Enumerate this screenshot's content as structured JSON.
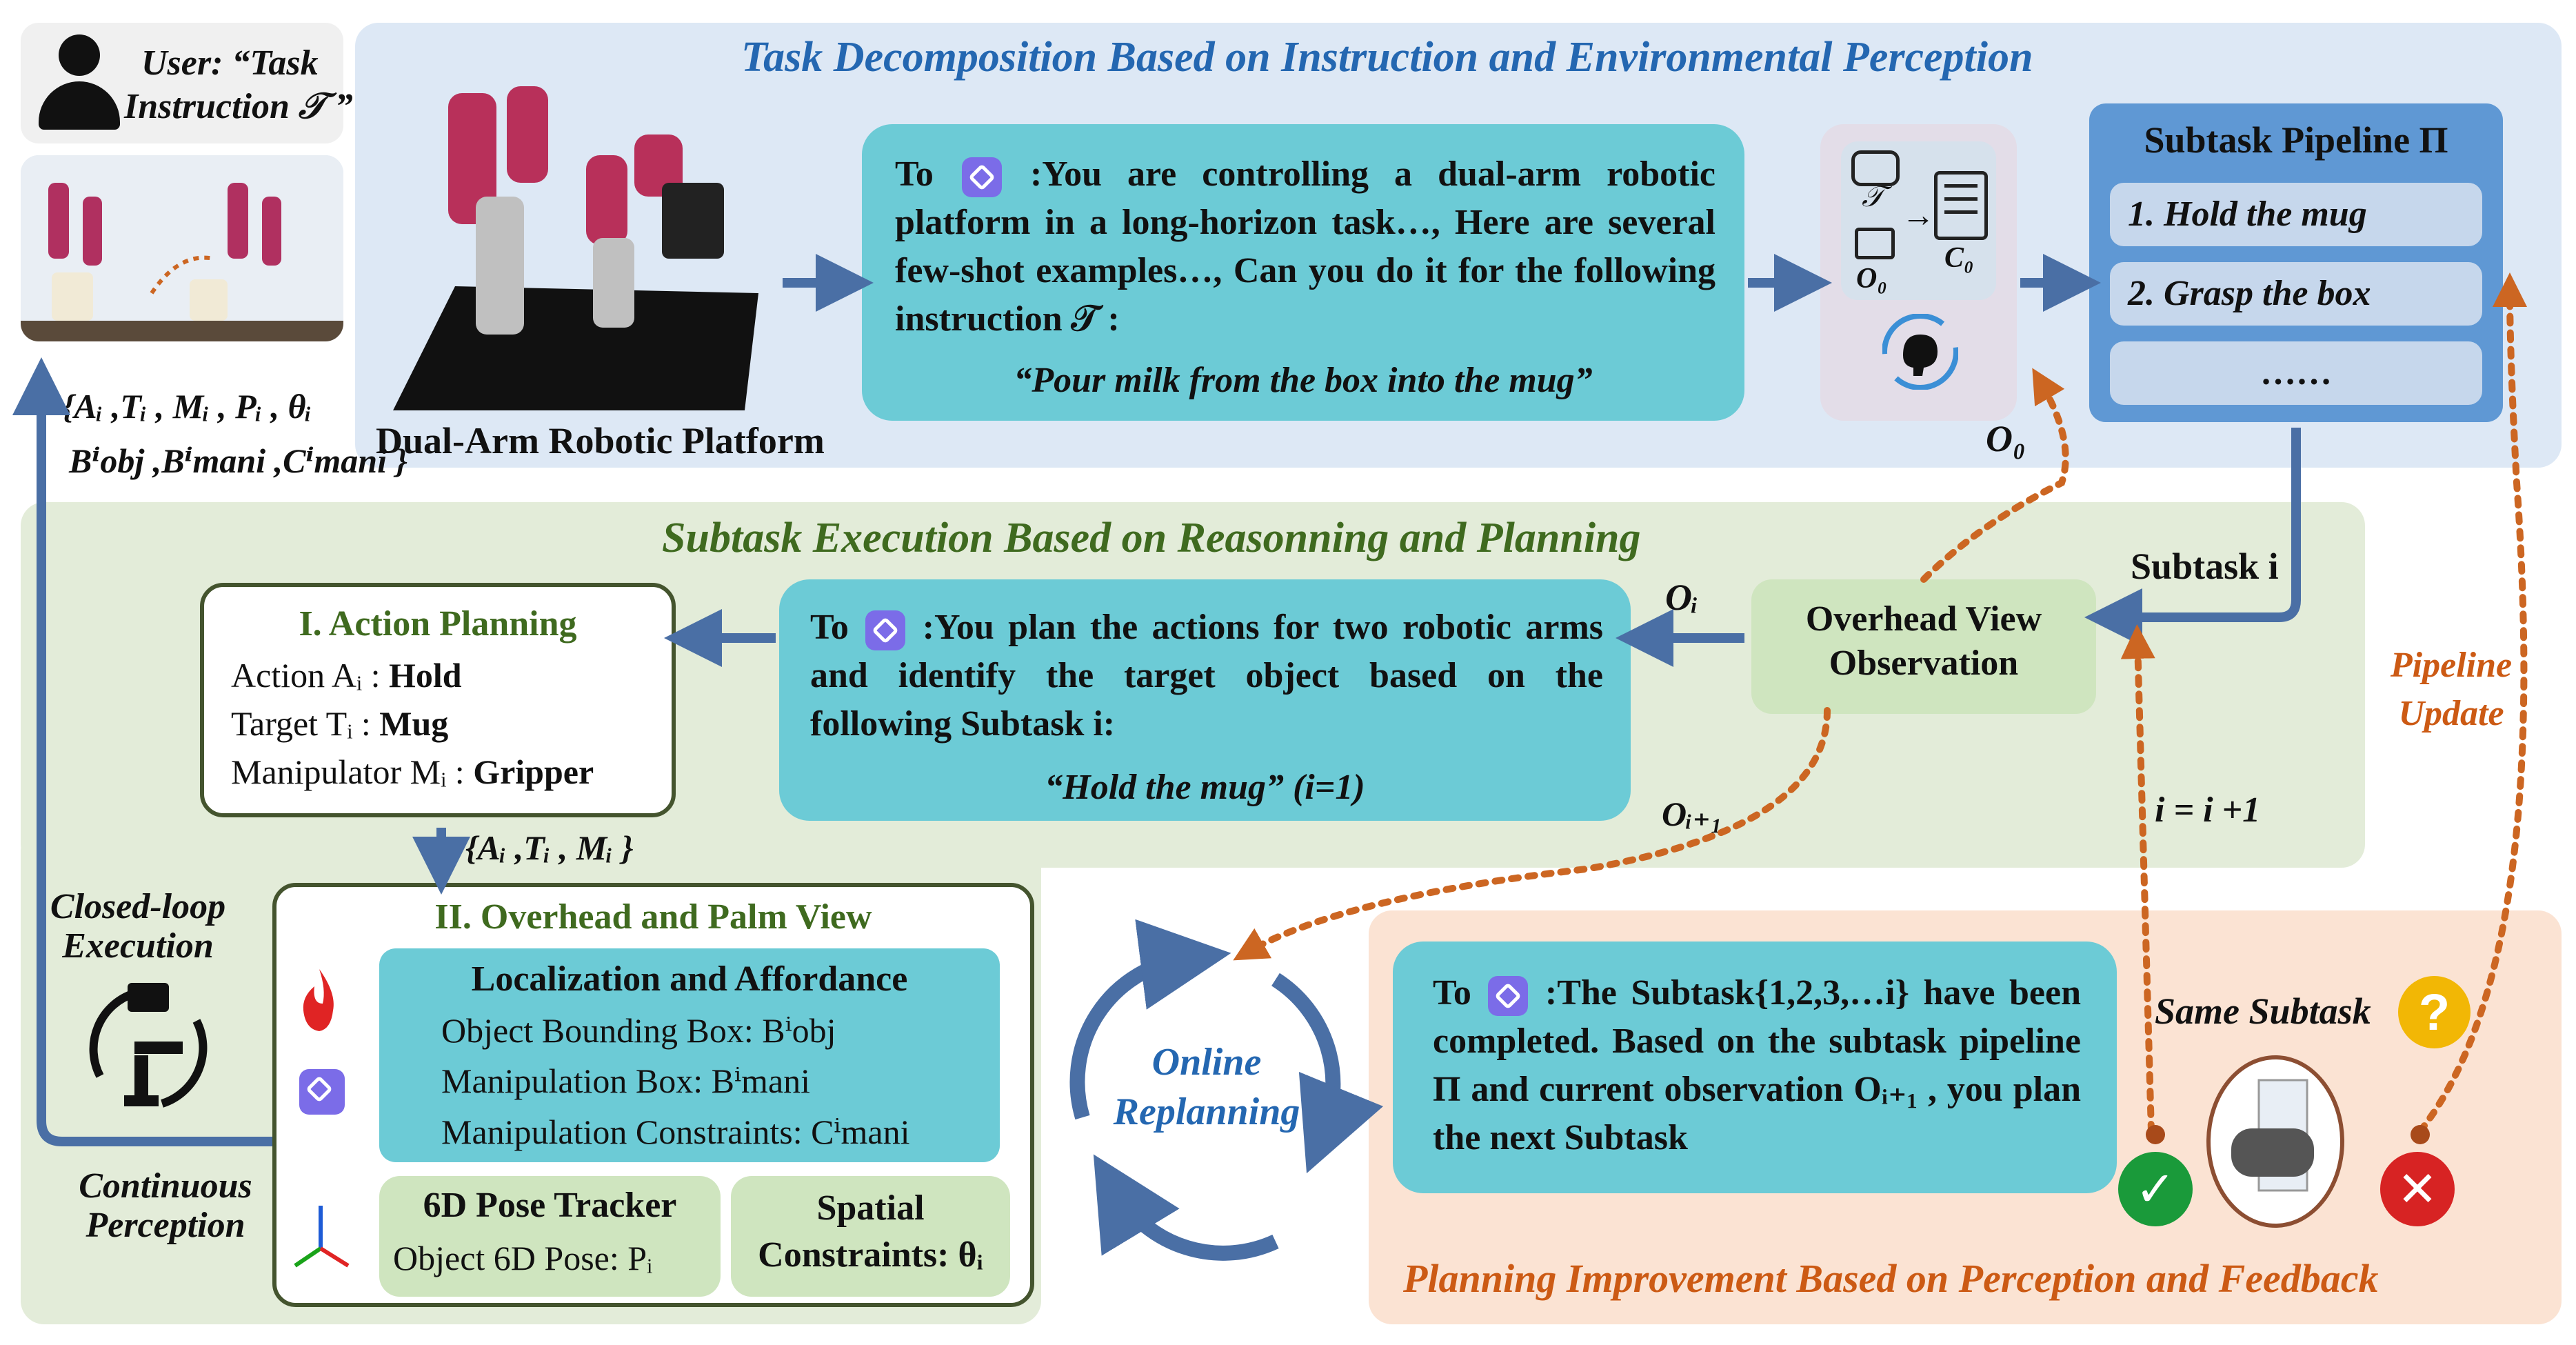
{
  "colors": {
    "top_region": "#dde8f5",
    "exec_region": "#e3ecd9",
    "feedback_region": "#fbe3d3",
    "chat_bubble": "#6ccbd6",
    "arrow_blue": "#4a6fa5",
    "dotted_orange": "#cc6622",
    "title_blue": "#2467b1",
    "title_green": "#3f6a1f",
    "title_orange": "#cc5a14"
  },
  "user": {
    "label_line1": "User: “Task",
    "label_line2": "Instruction 𝒯 ”"
  },
  "top": {
    "title": "Task Decomposition Based on Instruction and Environmental Perception",
    "platform_label": "Dual-Arm Robotic Platform",
    "prompt_to": "To",
    "prompt_text": ":You are controlling a dual-arm robotic platform in a long-horizon task…, Here are several few-shot examples…, Can you do it for the following instruction 𝒯 :",
    "prompt_quote": "“Pour milk from the box into the mug”",
    "percept_labels": {
      "t": "𝒯",
      "o0": "O₀",
      "c0": "C₀"
    },
    "o0_label": "O₀",
    "pipeline_title": "Subtask Pipeline Π",
    "pipeline_items": [
      "1. Hold the mug",
      "2. Grasp the box",
      "……"
    ]
  },
  "loop_params": {
    "line1": "{Aᵢ ,Tᵢ , Mᵢ , Pᵢ , θᵢ",
    "line2": "Bⁱobj ,Bⁱmani ,Cⁱmani }"
  },
  "exec": {
    "title": "Subtask Execution Based on Reasonning and Planning",
    "subtask_label": "Subtask i",
    "overhead_line1": "Overhead View",
    "overhead_line2": "Observation",
    "oi_label": "Oᵢ",
    "oi1_label": "Oᵢ₊₁",
    "prompt_to": "To",
    "prompt_text": ":You plan the actions for two robotic arms and identify the target object based on the following Subtask i:",
    "prompt_quote": "“Hold the mug” (i=1)",
    "action_title": "I. Action Planning",
    "action_rows": [
      {
        "k": "Action Aᵢ : ",
        "v": "Hold"
      },
      {
        "k": "Target Tᵢ : ",
        "v": "Mug"
      },
      {
        "k": "Manipulator Mᵢ : ",
        "v": "Gripper"
      }
    ],
    "ati_label": "{Aᵢ ,Tᵢ , Mᵢ }",
    "pipeline_update": "Pipeline Update",
    "i_update": "i = i +1"
  },
  "perception": {
    "title": "II. Overhead and Palm View",
    "loc_title": "Localization and Affordance",
    "loc_rows": [
      "Object Bounding Box: Bⁱobj",
      "Manipulation Box: Bⁱmani",
      "Manipulation Constraints: Cⁱmani"
    ],
    "pose_title": "6D Pose Tracker",
    "pose_row": "Object 6D Pose: Pᵢ",
    "spatial_line1": "Spatial",
    "spatial_line2": "Constraints: θᵢ"
  },
  "left": {
    "closed_loop_1": "Closed-loop",
    "closed_loop_2": "Execution",
    "continuous_1": "Continuous",
    "continuous_2": "Perception"
  },
  "replan": {
    "line1": "Online",
    "line2": "Replanning"
  },
  "feedback": {
    "title": "Planning Improvement Based on Perception and Feedback",
    "prompt_to": "To",
    "prompt_text": ":The Subtask{1,2,3,…i} have been completed. Based on the subtask pipeline Π and current observation Oᵢ₊₁ , you plan the next Subtask",
    "same_subtask": "Same Subtask",
    "question": "?"
  }
}
